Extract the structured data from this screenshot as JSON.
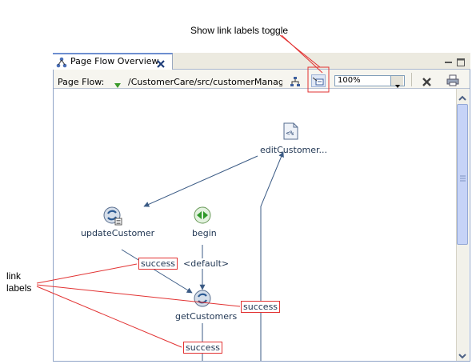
{
  "callouts": {
    "toggle_title": "Show link labels toggle",
    "link_labels_line1": "link",
    "link_labels_line2": "labels"
  },
  "tab": {
    "title": "Page Flow Overview",
    "icon": "page-flow-icon",
    "close_icon": "close-icon"
  },
  "view_actions": {
    "minimize_icon": "minimize-icon",
    "maximize_icon": "maximize-icon"
  },
  "toolbar": {
    "label": "Page Flow:",
    "path": "/CustomerCare/src/customerManageme",
    "zoom_value": "100%",
    "buttons": [
      "hierarchy-icon",
      "show-link-labels-icon",
      "delete-icon",
      "print-icon"
    ]
  },
  "diagram": {
    "nodes": {
      "editCustomer": "editCustomer...",
      "updateCustomer": "updateCustomer",
      "begin": "begin",
      "getCustomers": "getCustomers"
    },
    "links": {
      "update_to_get": "success",
      "begin_to_get": "<default>",
      "get_to_edit": "success",
      "get_down": "success"
    }
  },
  "colors": {
    "accent": "#6d8ed0",
    "callout_red": "#e23232",
    "node_text": "#1f3552",
    "edge": "#3b5b85"
  }
}
